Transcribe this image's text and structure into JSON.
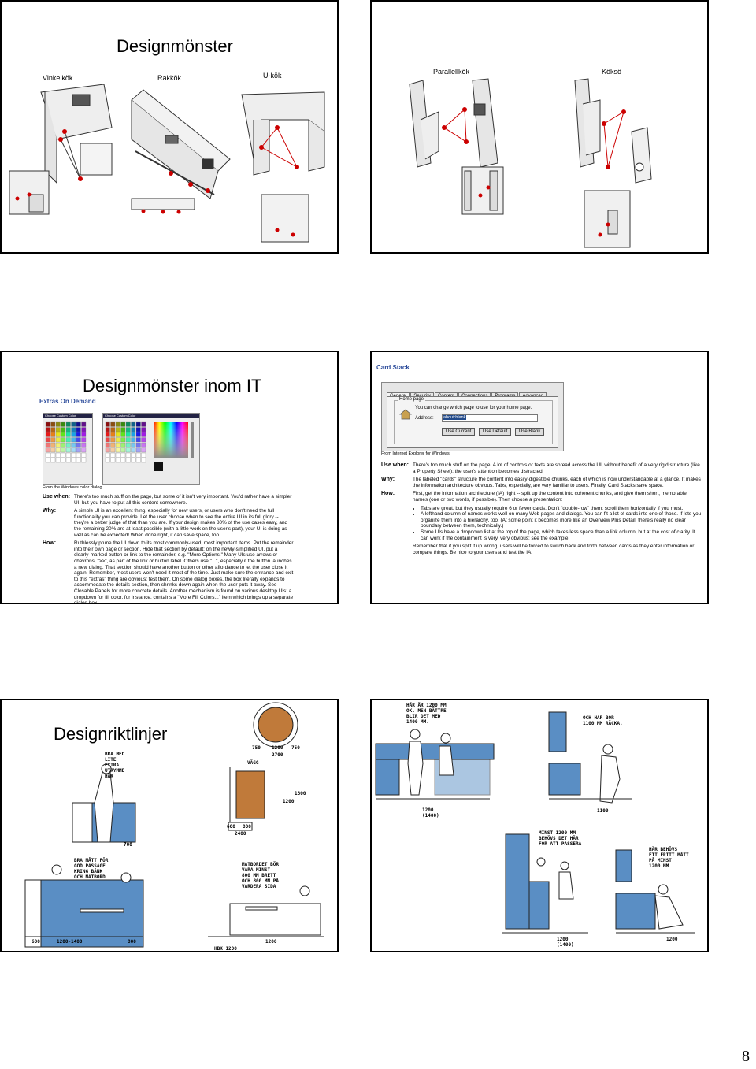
{
  "slide1": {
    "title": "Designmönster",
    "labels": [
      "Vinkelkök",
      "Rakkök",
      "U-kök"
    ]
  },
  "slide2": {
    "labels": [
      "Parallellkök",
      "Köksö"
    ]
  },
  "slide3": {
    "title": "Designmönster inom IT",
    "heading": "Extras On Demand",
    "caption": "From the Windows color dialog.",
    "dialog_title": "Choose Custom Color",
    "sections": [
      {
        "key": "Use when:",
        "text": "There's too much stuff on the page, but some of it isn't very important. You'd rather have a simpler UI, but you have to put all this content somewhere."
      },
      {
        "key": "Why:",
        "text": "A simple UI is an excellent thing, especially for new users, or users who don't need the full functionality you can provide. Let the user choose when to see the entire UI in its full glory -- they're a better judge of that than you are. If your design makes 80% of the use cases easy, and the remaining 20% are at least possible (with a little work on the user's part), your UI is doing as well as can be expected! When done right, it can save space, too."
      },
      {
        "key": "How:",
        "text": "Ruthlessly prune the UI down to its most commonly-used, most important items. Put the remainder into their own page or section. Hide that section by default; on the newly-simplified UI, put a clearly-marked button or link to the remainder, e.g. \"More Options.\" Many UIs use arrows or chevrons, \">>\", as part of the link or button label. Others use \"...\", especially if the button launches a new dialog. That section should have another button or other affordance to let the user close it again. Remember, most users won't need it most of the time. Just make sure the entrance and exit to this \"extras\" thing are obvious; test them. On some dialog boxes, the box literally expands to accommodate the details section, then shrinks down again when the user puts it away. See Closable Panels for more concrete details. Another mechanism is found on various desktop UIs: a dropdown for fill color, for instance, contains a \"More Fill Colors...\" item which brings up a separate dialog box."
      }
    ]
  },
  "slide4": {
    "heading": "Card Stack",
    "tabs": [
      "General",
      "Security",
      "Content",
      "Connections",
      "Programs",
      "Advanced"
    ],
    "group_label": "Home page",
    "group_text": "You can change which page to use for your home page.",
    "address_label": "Address:",
    "address_value": "about:blank",
    "buttons": [
      "Use Current",
      "Use Default",
      "Use Blank"
    ],
    "caption": "From Internet Explorer for Windows",
    "sections": [
      {
        "key": "Use when:",
        "text": "There's too much stuff on the page. A lot of controls or texts are spread across the UI, without benefit of a very rigid structure (like a Property Sheet); the user's attention becomes distracted."
      },
      {
        "key": "Why:",
        "text": "The labeled \"cards\" structure the content into easily-digestible chunks, each of which is now understandable at a glance. It makes the information architecture obvious. Tabs, especially, are very familiar to users. Finally, Card Stacks save space."
      },
      {
        "key": "How:",
        "text": "First, get the information architecture (IA) right -- split up the content into coherent chunks, and give them short, memorable names (one or two words, if possible). Then choose a presentation:"
      }
    ],
    "bullets": [
      "Tabs are great, but they usually require 6 or fewer cards. Don't \"double-row\" them; scroll them horizontally if you must.",
      "A lefthand column of names works well on many Web pages and dialogs. You can fit a lot of cards into one of those. If lets you organize them into a hierarchy, too. (At some point it becomes more like an Overview Plus Detail; there's really no clear boundary between them, technically.)",
      "Some UIs have a dropdown list at the top of the page, which takes less space than a link column, but at the cost of clarity. It can work if the containment is very, very obvious; see the example."
    ],
    "closing": "Remember that if you split it up wrong, users will be forced to switch back and forth between cards as they enter information or compare things. Be nice to your users and test the IA."
  },
  "slide5": {
    "title": "Designriktlinjer",
    "notes": [
      "BRA MED\nLITE\nEXTRA\nUTRYMME\nHÄR",
      "BRA MÅTT FÖR\nGOD PASSAGE\nKRING BÄNK\nOCH MATBORD",
      "MATBORDET BÖR\nVARA MINST\n800 MM BRETT\nOCH 800 MM PÅ\nVARDERA SIDA",
      "VÄGG"
    ],
    "dims": [
      "750",
      "1200",
      "750",
      "2700",
      "1800",
      "1200",
      "600",
      "800",
      "2400",
      "700",
      "1200-1400",
      "800",
      "1200",
      "600",
      "HBK 1200"
    ]
  },
  "slide6": {
    "notes": [
      "HÄR ÄR 1200 MM\nOK. MEN BÄTTRE\nBLIR DET MED\n1400 MM.",
      "OCH HÄR BÖR\n1100 MM RÄCKA.",
      "MINST 1200 MM\nBEHÖVS DET HÄR\nFÖR ATT PASSERA",
      "HÄR BEHÖVS\nETT FRITT MÅTT\nPÅ MINST\n1200 MM"
    ],
    "dims": [
      "1200\n(1400)",
      "1100",
      "1200\n(1400)",
      "1200"
    ]
  },
  "page_number": "8"
}
